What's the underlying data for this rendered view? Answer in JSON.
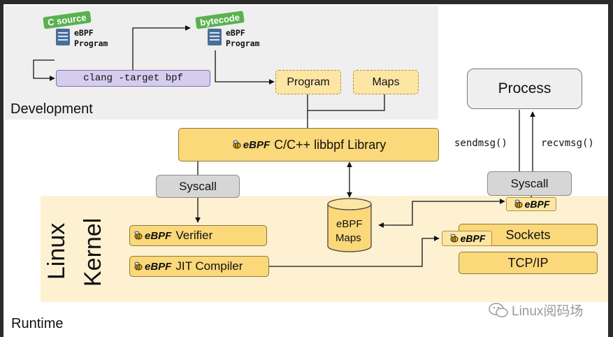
{
  "sections": {
    "development": "Development",
    "runtime": "Runtime",
    "kernel_line1": "Linux",
    "kernel_line2": "Kernel"
  },
  "source_file": {
    "tag": "C source",
    "line1": "eBPF",
    "line2": "Program"
  },
  "bytecode_file": {
    "tag": "bytecode",
    "line1": "eBPF",
    "line2": "Program"
  },
  "clang_command": "clang -target bpf",
  "program_box": "Program",
  "maps_box": "Maps",
  "library_label": "C/C++ libbpf Library",
  "logo_text": "eBPF",
  "syscall_left": "Syscall",
  "syscall_right": "Syscall",
  "verifier_label": "Verifier",
  "jit_label": "JIT Compiler",
  "ebpf_maps": {
    "line1": "eBPF",
    "line2": "Maps"
  },
  "process_label": "Process",
  "sendmsg_label": "sendmsg()",
  "recvmsg_label": "recvmsg()",
  "sockets_label": "Sockets",
  "tcpip_label": "TCP/IP",
  "watermark": "Linux阅码场",
  "colors": {
    "gray_box": "#d6d6d6",
    "yellow_box": "#fbd87a",
    "kernel_bg": "#fdf1d2",
    "dev_bg": "#efefef",
    "clang_box": "#d6ccee",
    "tag_green": "#5ab14f"
  }
}
